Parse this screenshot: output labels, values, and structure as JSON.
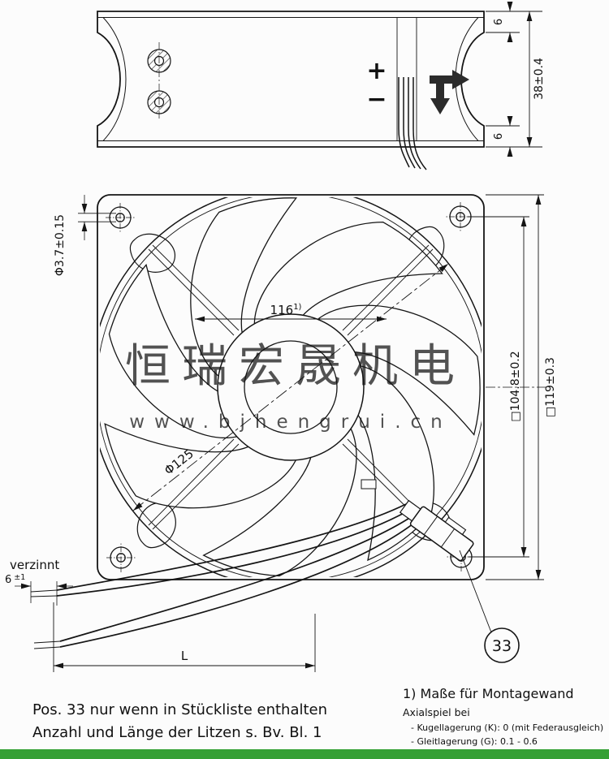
{
  "watermark": {
    "cjk": "恒瑞宏晟机电",
    "url": "www.bjhengrui.cn"
  },
  "side_view": {
    "polarity_plus": "+",
    "polarity_minus": "−",
    "dim_flange_top": "6",
    "dim_flange_bottom": "6",
    "dim_depth": "38±0.4"
  },
  "front_view": {
    "dim_mounting_hole": "Φ3.7±0.15",
    "dim_wall_opening": "116",
    "dim_wall_opening_ref": "1)",
    "dim_hole_pitch": "□104.8±0.2",
    "dim_frame": "□119±0.3",
    "dim_impeller": "Φ125",
    "balloon_item": "33"
  },
  "leads": {
    "tinned_label": "verzinnt",
    "dim_tinned_value": "6",
    "dim_tinned_tol": "±1",
    "dim_length_label": "L"
  },
  "notes": {
    "pos_line1": "Pos. 33 nur wenn in Stückliste enthalten",
    "pos_line2": "Anzahl und Länge der Litzen s. Bv. Bl. 1",
    "montage_note": "1) Maße für Montagewand",
    "axial_title": "Axialspiel bei",
    "axial_k": "- Kugellagerung (K): 0 (mit Federausgleich)",
    "axial_g": "- Gleitlagerung (G): 0.1 - 0.6"
  },
  "footer": {
    "bar_color": "#35a035"
  }
}
